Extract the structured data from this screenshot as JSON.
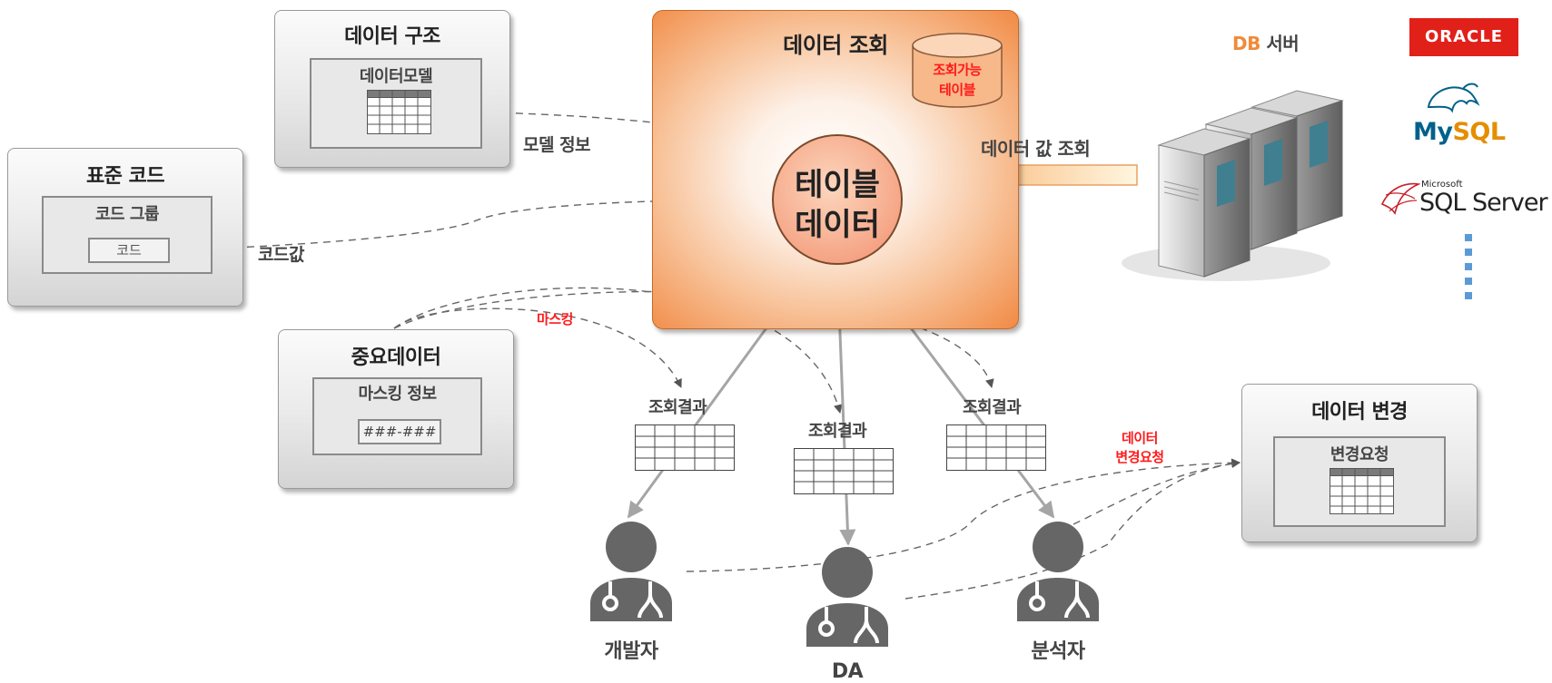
{
  "structure": {
    "title": "데이터 구조",
    "model_label": "데이터모델"
  },
  "standard_code": {
    "title": "표준 코드",
    "group_label": "코드 그룹",
    "code_label": "코드"
  },
  "important_data": {
    "title": "중요데이터",
    "masking_info_label": "마스킹 정보",
    "mask_pattern": "###-###"
  },
  "query": {
    "title": "데이터 조회",
    "queryable_table_line1": "조회가능",
    "queryable_table_line2": "테이블",
    "center_line1": "테이블",
    "center_line2": "데이터"
  },
  "db_server": {
    "prefix": "DB",
    "label": " 서버"
  },
  "data_lookup": "데이터 값 조회",
  "model_info": "모델 정보",
  "code_value": "코드값",
  "masking": "마스킹",
  "results": [
    "조회결과",
    "조회결과",
    "조회결과"
  ],
  "change_request_line1": "데이터",
  "change_request_line2": "변경요청",
  "data_change": {
    "title": "데이터 변경",
    "request_label": "변경요청"
  },
  "users": [
    "개발자",
    "DA",
    "분석자"
  ],
  "vendors": {
    "oracle": "ORACLE",
    "mysql_my": "My",
    "mysql_sql": "SQL",
    "ms_small": "Microsoft",
    "sql_server": "SQL Server"
  },
  "colors": {
    "orange": "#f18a44",
    "accent_red": "#ff1a1a",
    "grey_line": "#a5a5a5",
    "person": "#666666",
    "oracle_red": "#e2201a",
    "mysql_blue": "#00618a",
    "mysql_orange": "#e48e00",
    "dots_blue": "#5b9bd5"
  },
  "icons": [
    "server-icon",
    "person-icon",
    "stethoscope-icon",
    "database-cylinder-icon",
    "table-icon",
    "arrow-left-icon"
  ]
}
